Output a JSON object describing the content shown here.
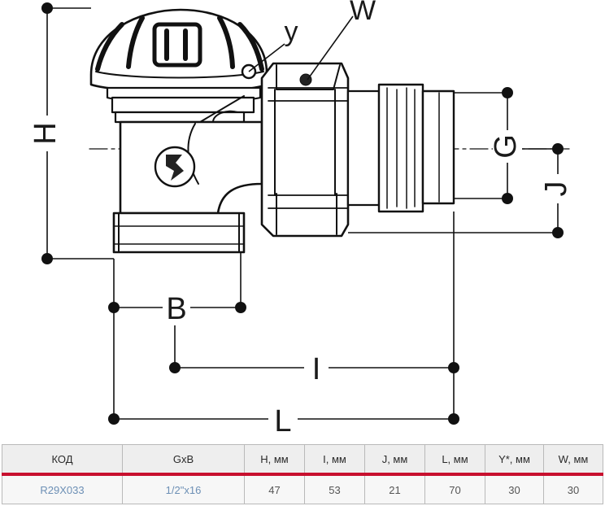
{
  "diagram": {
    "labels": {
      "h": "H",
      "b": "B",
      "i": "I",
      "l": "L",
      "g": "G",
      "j": "J",
      "w": "W",
      "y": "y"
    }
  },
  "table": {
    "headers": [
      "КОД",
      "GxB",
      "H, мм",
      "I, мм",
      "J, мм",
      "L, мм",
      "Y*, мм",
      "W, мм"
    ],
    "rows": [
      [
        "R29X033",
        "1/2\"x16",
        "47",
        "53",
        "21",
        "70",
        "30",
        "30"
      ]
    ]
  },
  "colors": {
    "accent": "#c8102e",
    "code_text": "#6c8fb5"
  }
}
